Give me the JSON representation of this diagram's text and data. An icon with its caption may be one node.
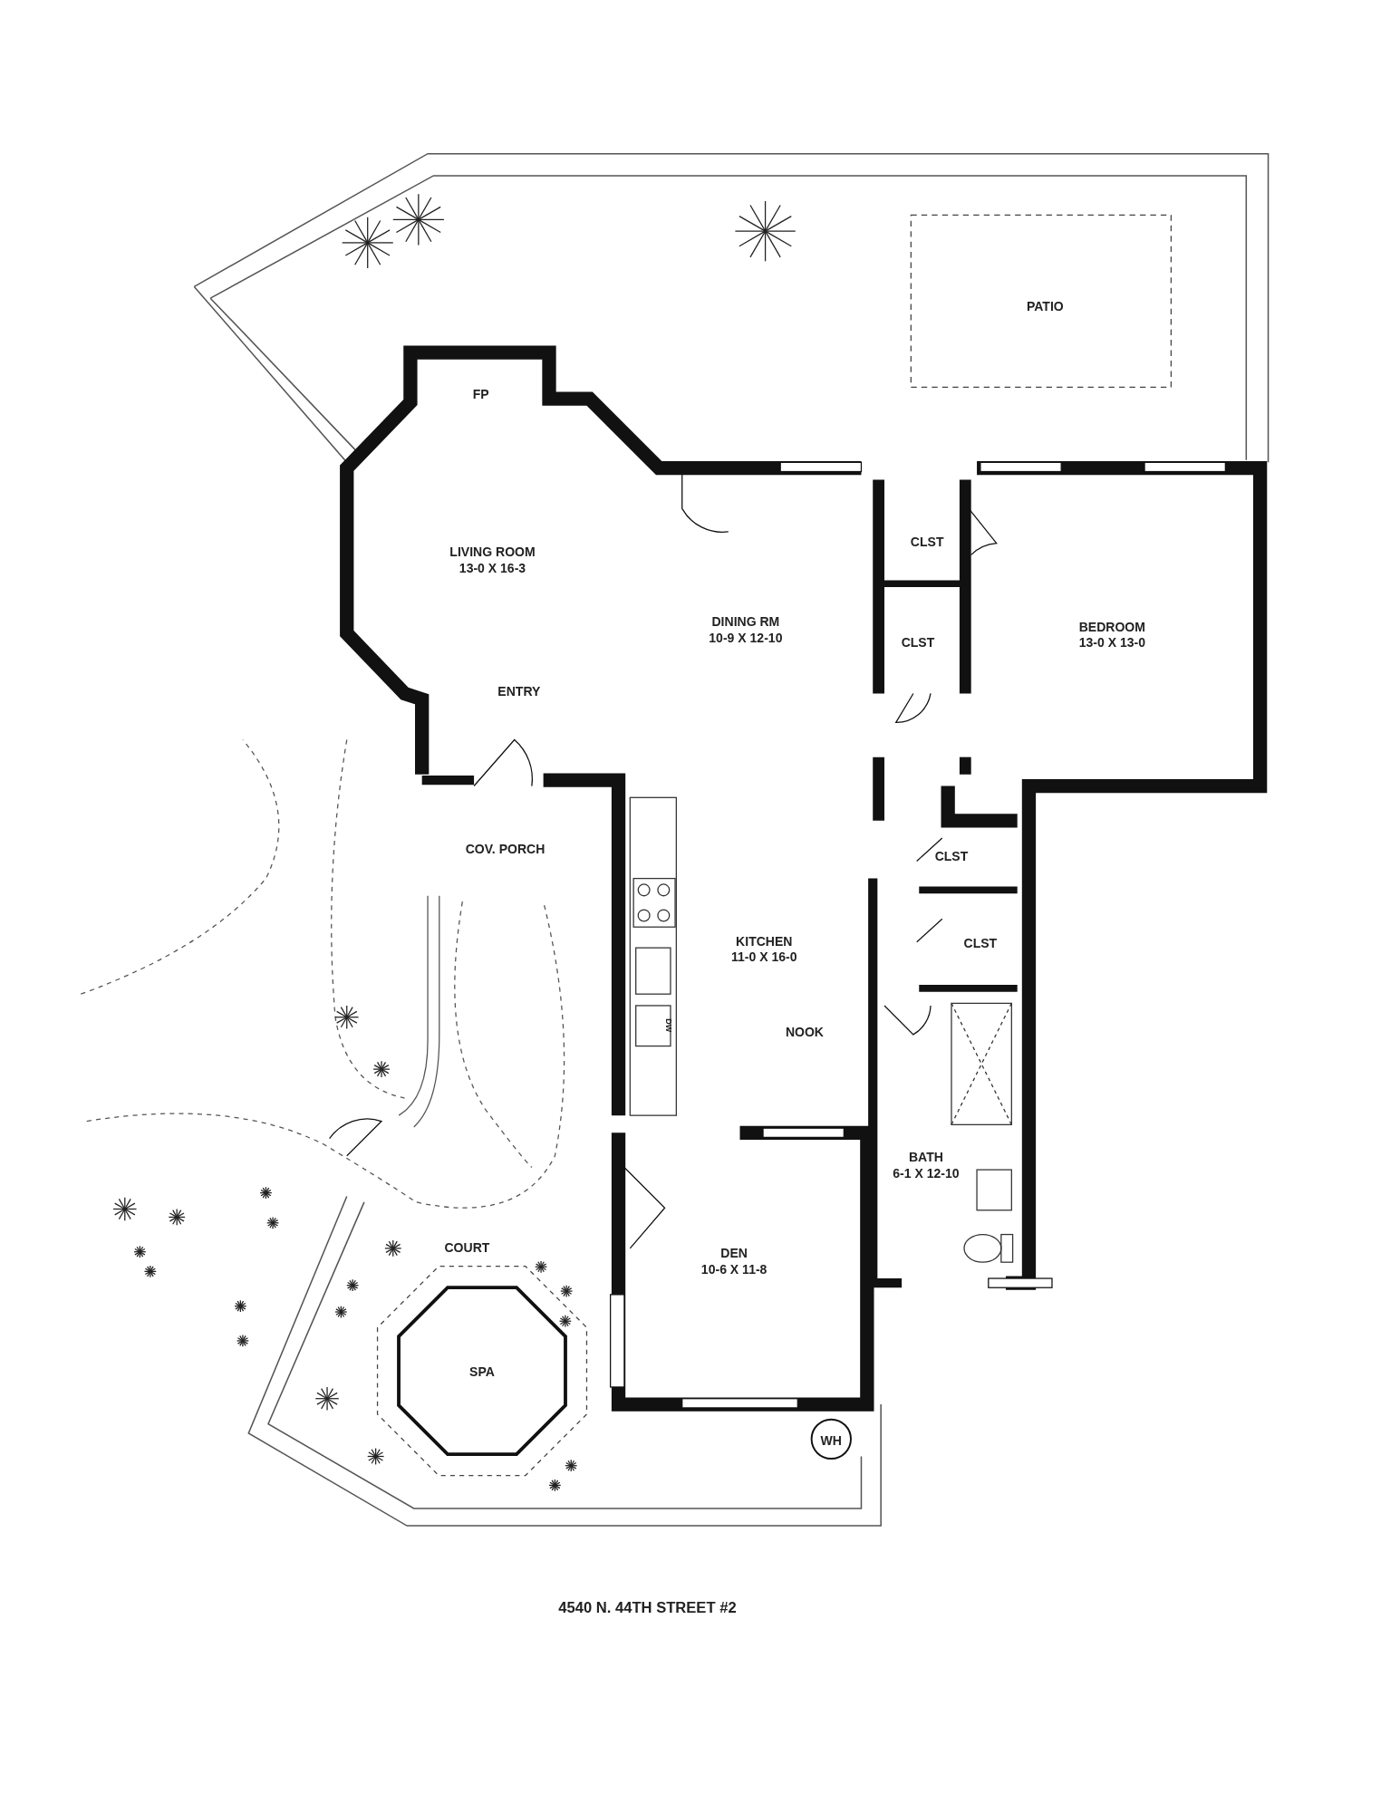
{
  "diagram": {
    "caption": "4540 N. 44TH STREET #2",
    "nodes": [
      {
        "text": [
          "PATIO"
        ]
      },
      {
        "text": [
          "FP"
        ]
      },
      {
        "text": [
          "LIVING ROOM",
          "13-0 X 16-3"
        ]
      },
      {
        "text": [
          "CLST"
        ]
      },
      {
        "text": [
          "DINING RM",
          "10-9 X 12-10"
        ]
      },
      {
        "text": [
          "CLST"
        ]
      },
      {
        "text": [
          "BEDROOM",
          "13-0 X 13-0"
        ]
      },
      {
        "text": [
          "COV. PORCH"
        ]
      },
      {
        "text": [
          "CLST"
        ]
      },
      {
        "text": [
          "KITCHEN",
          "11-0 X 16-0"
        ]
      },
      {
        "text": [
          "CLST"
        ]
      },
      {
        "text": [
          "BATH",
          "6-1 X 12-10"
        ]
      },
      {
        "text": [
          "DEN",
          "10-6 X 11-8"
        ]
      },
      {
        "text": [
          "SPA"
        ]
      },
      {
        "text": [
          "WH"
        ]
      }
    ],
    "edges": [],
    "labels": [
      "ENTRY",
      "NOOK",
      "COURT",
      "DW"
    ]
  }
}
